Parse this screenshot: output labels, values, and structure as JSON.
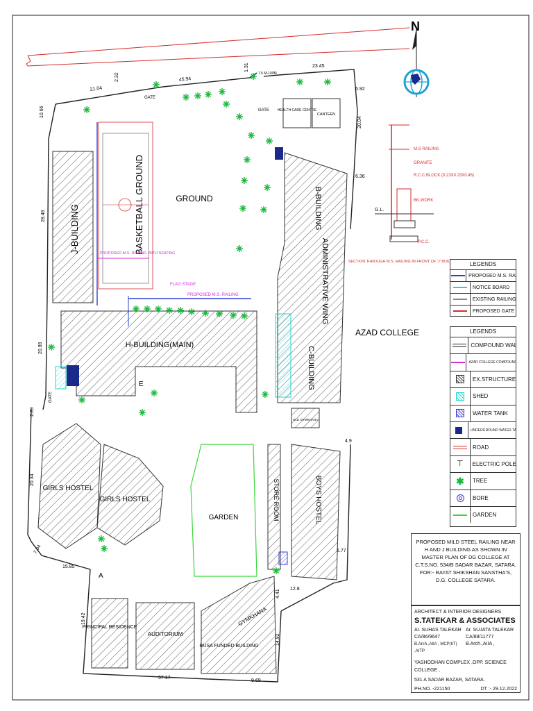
{
  "north_label": "N",
  "buildings": {
    "j_building": "J-BUILDING",
    "basketball": "BASKETBALL GROUND",
    "ground": "GROUND",
    "h_building": "H-BUILDING(MAIN)",
    "b_building": "B-BUILDING",
    "admin_wing": "ADMINISTRATIVE WING",
    "c_building": "C-BUILDING",
    "azad_college": "AZAD COLLEGE",
    "girls_hostel_1": "GIRLS HOSTEL",
    "girls_hostel_2": "GIRLS HOSTEL",
    "garden": "GARDEN",
    "store_room": "STORE ROOM",
    "boys_hostel": "BOYS HOSTEL",
    "principal": "PRINCIPAL RESIDENCE",
    "auditorium": "AUDITORIUM",
    "gymkhana": "GYMKHANA",
    "rusa": "RUSA FUNDED BUILDING",
    "health_care": "HEALTH CARE CENTRE",
    "canteen": "CANTEEN",
    "old_gymkhana": "OLD GYMKHANA",
    "flag_stage": "FLAG STAGE",
    "proposed_railing_1": "PROPOSED M.S. RAILING",
    "proposed_railing_2": "PROPOSED M.S. RAILING WITH SEATING",
    "gate": "GATE",
    "label_e": "E",
    "label_a": "A"
  },
  "dimensions": {
    "d1": "21.04",
    "d2": "45.94",
    "d3": "23.45",
    "d4": "6.92",
    "d5": "10.66",
    "d6": "28.48",
    "d7": "20.04",
    "d8": "6.36",
    "d9": "20.89",
    "d10": "2.89",
    "d11": "20.34",
    "d12": "7.04",
    "d13": "15.85",
    "d14": "19.42",
    "d15": "57.17",
    "d16": "9.69",
    "d17": "14.92",
    "d18": "12.8",
    "d19": "4.41",
    "d20": "5.77",
    "d21": "4.9",
    "d22": "2.32",
    "d23": "1.31",
    "d24": "7.5 M-100M"
  },
  "section": {
    "ms_railing": "M.S RAILING",
    "granite": "GRANITE",
    "rcc_block": "R.C.C.BLOCK (0.23X0.23X0.45)",
    "bk_work": "BK.WORK",
    "gl": "G.L.",
    "pcc": "P.C.C.",
    "caption": "SECTION THROUGH M.S. RAILING IN FRONT OF 'J' BUILDING"
  },
  "legend1": {
    "title": "LEGENDS",
    "items": [
      {
        "label": "PROPOSED M.S. RAILING",
        "color": "#2a3fd6"
      },
      {
        "label": "NOTICE BOARD",
        "color": "#1fd6d6"
      },
      {
        "label": "EXISTING RAILING",
        "color": "#888888"
      },
      {
        "label": "PROPOSED GATE",
        "color": "#d62a2a"
      }
    ]
  },
  "legend2": {
    "title": "LEGENDS",
    "items": [
      {
        "label": "COMPOUND WALL",
        "icon": "double-line-icon"
      },
      {
        "label": "AZAD COLLEGE COMPOUND WALL",
        "icon": "magenta-line-icon"
      },
      {
        "label": "EX.STRUCTURE",
        "icon": "hatch-icon"
      },
      {
        "label": "SHED",
        "icon": "shed-icon"
      },
      {
        "label": "WATER TANK",
        "icon": "water-tank-icon"
      },
      {
        "label": "UNDERGROUND WATER TANK",
        "icon": "underground-tank-icon"
      },
      {
        "label": "ROAD",
        "icon": "road-icon"
      },
      {
        "label": "ELECTRIC POLE",
        "icon": "electric-pole-icon"
      },
      {
        "label": "TREE",
        "icon": "tree-icon"
      },
      {
        "label": "BORE",
        "icon": "bore-icon"
      },
      {
        "label": "GARDEN",
        "icon": "garden-line-icon"
      }
    ]
  },
  "proposal_text": "PROPOSED  MILD STEEL  RAILING NEAR H AND J BUILDING  AS SHOWN IN MASTER PLAN OF DG COLLEGE  AT  C.T.S.NO. 534/B SADAR BAZAR, SATARA. FOR:- RAYAT SHIKSHAN SANSTHA'S,  D.G. COLLEGE  SATARA.",
  "firm": {
    "role": "ARCHITECT & INTERIOR DESIGNERS",
    "name": "S.TATEKAR & ASSOCIATES",
    "arch1_name": "Ar.  SUHAS TALEKAR",
    "arch1_reg": "CA/86/9647",
    "arch1_qual": "B.Arch.,AIIA , MCP(IIT) ,AITP",
    "arch2_name": "Ar.  SUJATA  TALEKAR",
    "arch2_reg": "CA/88/11777",
    "arch2_qual": "B.Arch.,AIIA ,",
    "address1": "YASHODHAN COMPLEX ,OPP.  SCIENCE COLLEGE ,",
    "address2": "531 A SADAR  BAZAR, SATARA.",
    "phone": "PH.NO.  -221150",
    "date": "DT :- 29.12.2022"
  },
  "colors": {
    "road": "#d62a2a",
    "railing": "#2a3fd6",
    "tree": "#18b83a",
    "garden": "#3ad63a",
    "magenta": "#d62ad6",
    "shed": "#1fd6d6",
    "tank": "#1a2a8a"
  }
}
